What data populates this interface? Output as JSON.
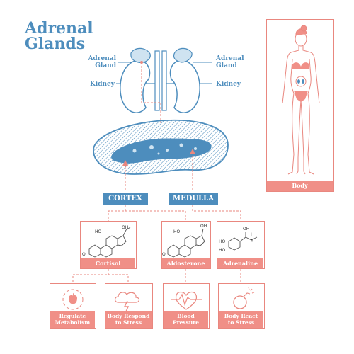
{
  "title": {
    "line1": "Adrenal",
    "line2": "Glands"
  },
  "labels": {
    "adrenal_gland_left": "Adrenal\nGland",
    "adrenal_gland_right": "Adrenal\nGland",
    "kidney_left": "Kidney",
    "kidney_right": "Kidney"
  },
  "regions": {
    "cortex": "CORTEX",
    "medulla": "MEDULLA"
  },
  "hormones": {
    "cortisol": "Cortisol",
    "aldosterone": "Aldosterone",
    "adrenaline": "Adrenaline"
  },
  "chem_labels": {
    "ho": "HO",
    "oh": "OH",
    "o": "O",
    "h": "H",
    "n": "N"
  },
  "effects": {
    "metabolism": "Regulate\nMetabolism",
    "stress_response": "Body Respond\nto Stress",
    "blood_pressure": "Blood\nPressure",
    "stress_react": "Body React\nto Stress"
  },
  "body_panel": {
    "label": "Body"
  },
  "colors": {
    "blue": "#4d8dbd",
    "pink": "#e9877f",
    "pink_fill": "#f08f87",
    "light_blue": "#cfe3f1"
  }
}
